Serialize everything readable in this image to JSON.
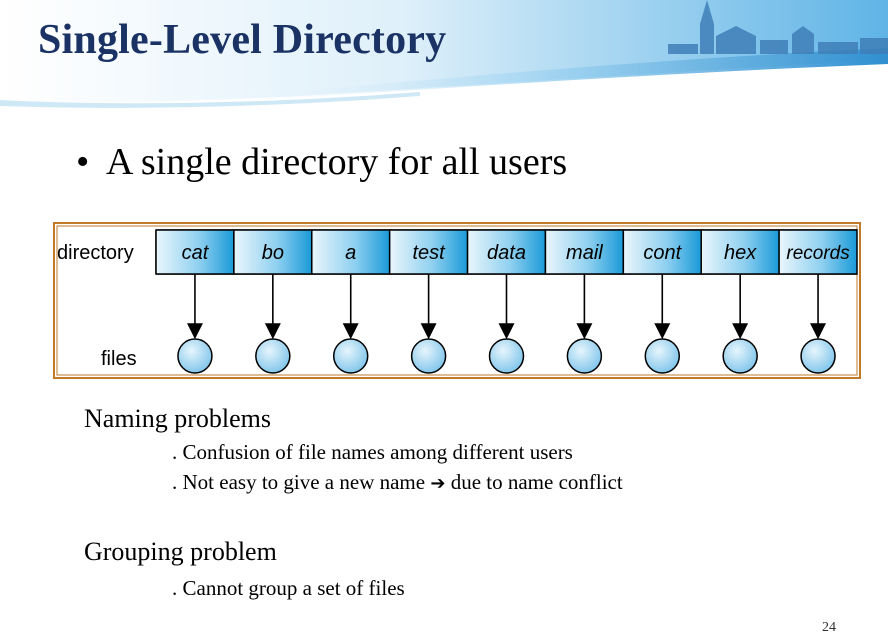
{
  "slide": {
    "title": "Single-Level Directory",
    "bullet": "A single directory for all users",
    "page_number": "24"
  },
  "diagram": {
    "directory_label": "directory",
    "files_label": "files",
    "entries": [
      "cat",
      "bo",
      "a",
      "test",
      "data",
      "mail",
      "cont",
      "hex",
      "records"
    ]
  },
  "naming": {
    "heading": "Naming problems",
    "item1": ". Confusion of file names among different users",
    "item2_before": ". Not easy to give a new name",
    "item2_arrow": "➔",
    "item2_after": "due to name conflict"
  },
  "grouping": {
    "heading": "Grouping problem",
    "item1": ". Cannot group a set of files"
  },
  "colors": {
    "title": "#1a3264",
    "frame": "#c07a2a",
    "cell_light": "#eaf6fc",
    "cell_dark": "#1a9ad8",
    "node_fill": "#bfe4f6"
  }
}
